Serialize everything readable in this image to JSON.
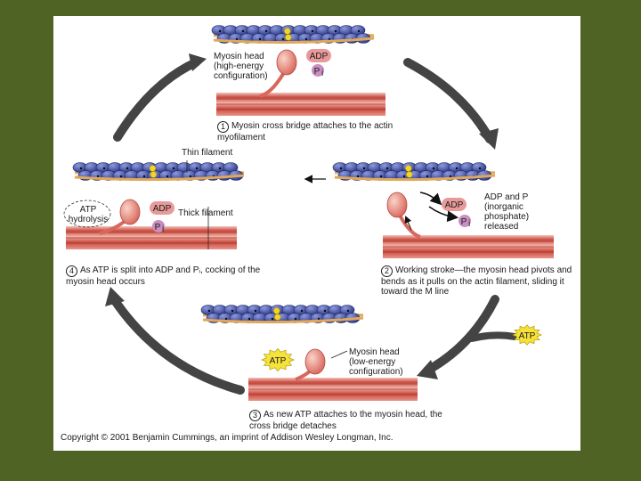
{
  "labels": {
    "myosin_head_high": [
      "Myosin head",
      "(high-energy",
      "configuration)"
    ],
    "thin_filament": "Thin filament",
    "thick_filament": "Thick filament",
    "atp_hydrolysis": [
      "ATP",
      "hydrolysis"
    ],
    "adp_release": [
      "ADP and P",
      "(inorganic",
      "phosphate)",
      "released"
    ],
    "myosin_head_low": [
      "Myosin head",
      "(low-energy",
      "configuration)"
    ],
    "adp": "ADP",
    "pi": "P",
    "pi_sub": "i",
    "atp": "ATP"
  },
  "steps": [
    {
      "num": "1",
      "text": "Myosin cross bridge attaches to the actin myofilament"
    },
    {
      "num": "2",
      "text": "Working stroke—the myosin head pivots and bends as it pulls on the actin filament, sliding it toward the M line"
    },
    {
      "num": "3",
      "text": "As new ATP attaches to the myosin head, the cross bridge detaches"
    },
    {
      "num": "4",
      "text": "As ATP is split into ADP and Pᵢ, cocking of the myosin head occurs"
    }
  ],
  "copyright": "Copyright © 2001 Benjamin Cummings, an imprint of Addison Wesley Longman, Inc.",
  "colors": {
    "background": "#4e6324",
    "actin": "#3d4fa6",
    "tropomyosin": "#e0a85a",
    "thick": "#c94a3f",
    "myosin_head": "#e8847a",
    "adp_pill": "#e89a9a",
    "pi_pill": "#c98fc0",
    "atp_star": "#f5e23a",
    "cycle_arrow": "#444444"
  }
}
